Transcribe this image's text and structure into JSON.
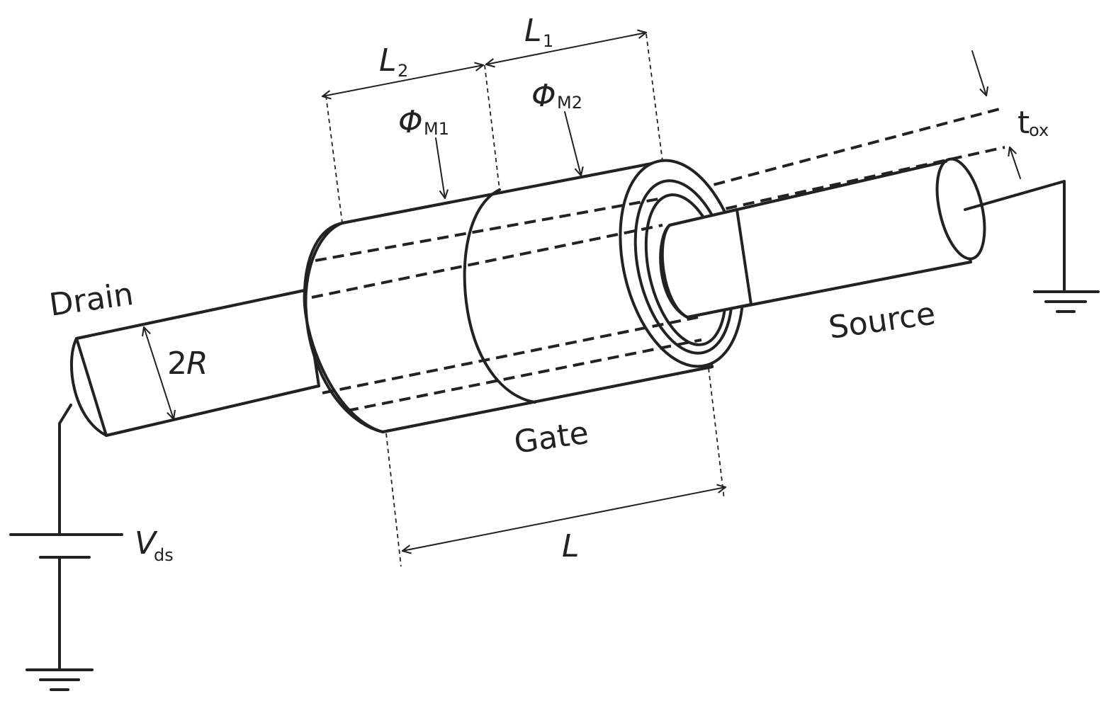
{
  "labels": {
    "drain": "Drain",
    "source": "Source",
    "gate": "Gate",
    "radius": "2",
    "radius_var": "R",
    "gate_length": "L",
    "l1": "L",
    "l1_sub": "1",
    "l2": "L",
    "l2_sub": "2",
    "phi1": "Φ",
    "phi1_sub": "M1",
    "phi2": "Φ",
    "phi2_sub": "M2",
    "tox": "t",
    "tox_sub": "ox",
    "vds": "V",
    "vds_sub": "ds"
  },
  "colors": {
    "stroke": "#222222",
    "background": "#ffffff"
  }
}
